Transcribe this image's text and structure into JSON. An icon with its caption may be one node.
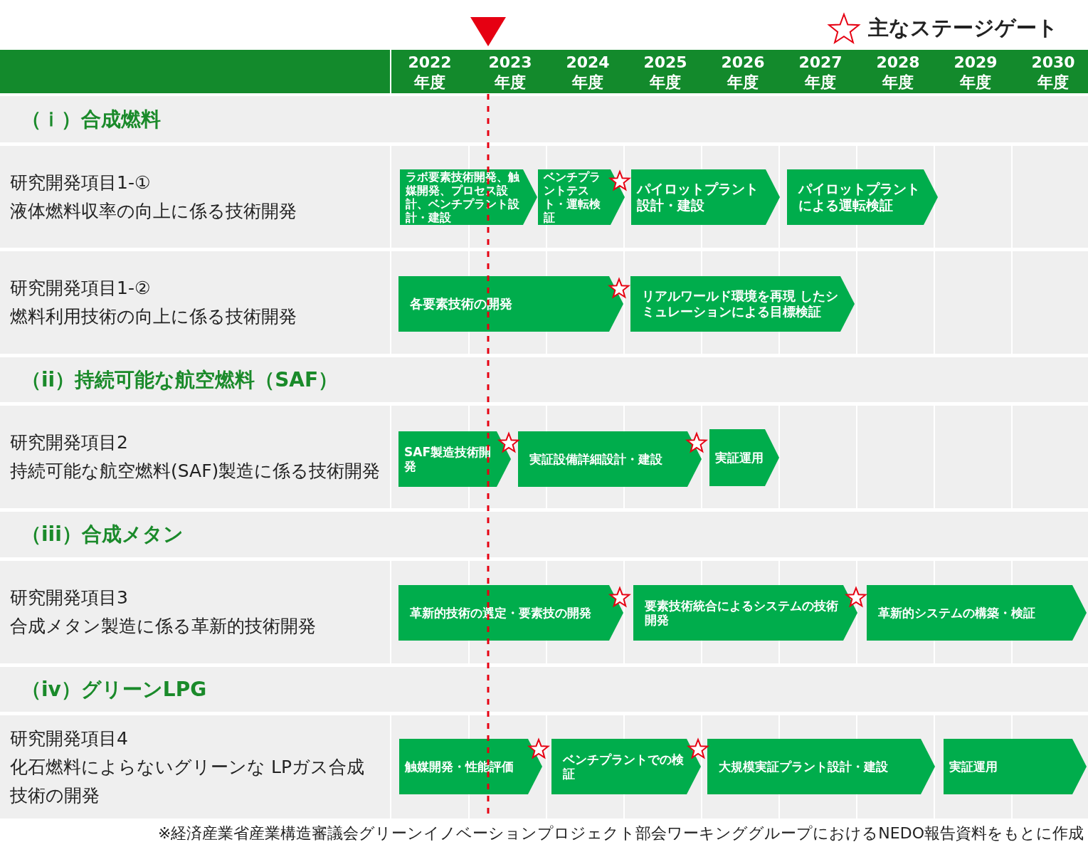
{
  "diagram": {
    "caption": "※経済産業省産業構造審議会グリーンイノベーションプロジェクト部会ワーキンググループにおけるNEDO報告資料をもとに作成",
    "nodes": [
      {
        "text": [
          "（ｉ）合成燃料"
        ]
      },
      {
        "text": [
          "研究開発項目1-①",
          "液体燃料収率の向上に係る技術開発"
        ]
      },
      {
        "text": [
          "ラボ要素技術開発、触媒開発、プロセス設計、ベンチプラント設計・建設"
        ]
      },
      {
        "text": [
          "ベンチプラントテスト・運転検証"
        ]
      },
      {
        "text": [
          "パイロットプラント設計・建設"
        ]
      },
      {
        "text": [
          "パイロットプラントによる運転検証"
        ]
      },
      {
        "text": [
          "研究開発項目1-②",
          "燃料利用技術の向上に係る技術開発"
        ]
      },
      {
        "text": [
          "各要素技術の開発"
        ]
      },
      {
        "text": [
          "リアルワールド環境を再現 したシミュレーションによる目標検証"
        ]
      },
      {
        "text": [
          "（ii）持続可能な航空燃料（SAF）"
        ]
      },
      {
        "text": [
          "研究開発項目2",
          "持続可能な航空燃料(SAF)製造に係る技術開発"
        ]
      },
      {
        "text": [
          "SAF製造技術開発"
        ]
      },
      {
        "text": [
          "実証設備詳細設計・建設"
        ]
      },
      {
        "text": [
          "実証運用"
        ]
      },
      {
        "text": [
          "（iii）合成メタン"
        ]
      },
      {
        "text": [
          "研究開発項目3",
          "合成メタン製造に係る革新的技術開発"
        ]
      },
      {
        "text": [
          "革新的技術の選定・要素技の開発"
        ]
      },
      {
        "text": [
          "要素技術統合によるシステムの技術開発"
        ]
      },
      {
        "text": [
          "革新的システムの構築・検証"
        ]
      },
      {
        "text": [
          "（iv）グリーンLPG"
        ]
      },
      {
        "text": [
          "研究開発項目4",
          "化石燃料によらないグリーンな LPガス合成技術の開発"
        ]
      },
      {
        "text": [
          "触媒開発・性能評価"
        ]
      },
      {
        "text": [
          "ベンチプラントでの検証"
        ]
      },
      {
        "text": [
          "大規模実証プラント設計・建設"
        ]
      },
      {
        "text": [
          "実証運用"
        ]
      }
    ],
    "edges": [],
    "labels": [
      "2022年度",
      "2023年度",
      "2024年度",
      "2025年度",
      "2026年度",
      "2027年度",
      "2028年度",
      "2029年度",
      "2030年度"
    ],
    "legend": [
      {
        "text": "主なステージゲート"
      }
    ]
  }
}
